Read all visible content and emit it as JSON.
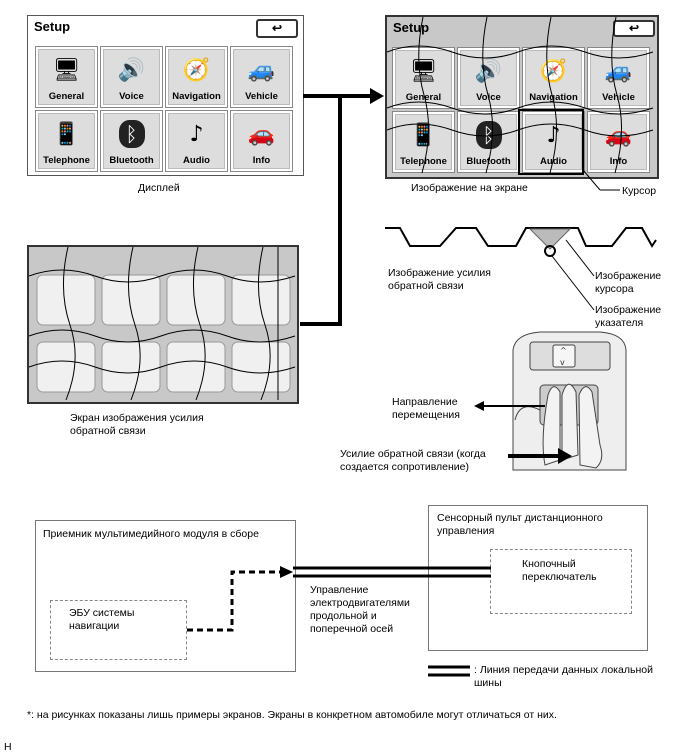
{
  "display": {
    "title": "Setup",
    "back_icon": "back-arrow-icon",
    "tiles": [
      {
        "label": "General",
        "icon": "monitor-gear-icon"
      },
      {
        "label": "Voice",
        "icon": "speaker-icon"
      },
      {
        "label": "Navigation",
        "icon": "compass-icon"
      },
      {
        "label": "Vehicle",
        "icon": "car-gear-icon"
      },
      {
        "label": "Telephone",
        "icon": "phone-icon"
      },
      {
        "label": "Bluetooth",
        "icon": "bluetooth-icon"
      },
      {
        "label": "Audio",
        "icon": "music-note-icon"
      },
      {
        "label": "Info",
        "icon": "cars-icon"
      }
    ],
    "caption": "Дисплей"
  },
  "screen_image": {
    "title": "Setup",
    "caption": "Изображение на экране",
    "cursor_label": "Курсор"
  },
  "feedback": {
    "wave_caption": "Изображение усилия обратной связи",
    "cursor_image_label": "Изображение курсора",
    "pointer_image_label": "Изображение указателя",
    "screen_caption": "Экран изображения усилия обратной связи"
  },
  "remote": {
    "direction_label": "Направление перемещения",
    "force_label": "Усилие обратной связи (когда создается сопротивление)"
  },
  "block_diagram": {
    "receiver_label": "Приемник мультимедийного модуля в сборе",
    "ecu_label": "ЭБУ системы навигации",
    "touchpad_label": "Сенсорный пульт дистанционного управления",
    "switch_label": "Кнопочный переключатель",
    "control_label": "Управление электродвигателями продольной и поперечной осей",
    "legend_label": ": Линия передачи данных локальной шины"
  },
  "footnote": "*: на рисунках показаны лишь примеры экранов. Экраны в конкретном автомобиле могут отличаться от них.",
  "corner_mark": "H",
  "colors": {
    "tile_bg": "#dddddd",
    "screen_bg": "#c8c8c8",
    "line": "#000000"
  }
}
